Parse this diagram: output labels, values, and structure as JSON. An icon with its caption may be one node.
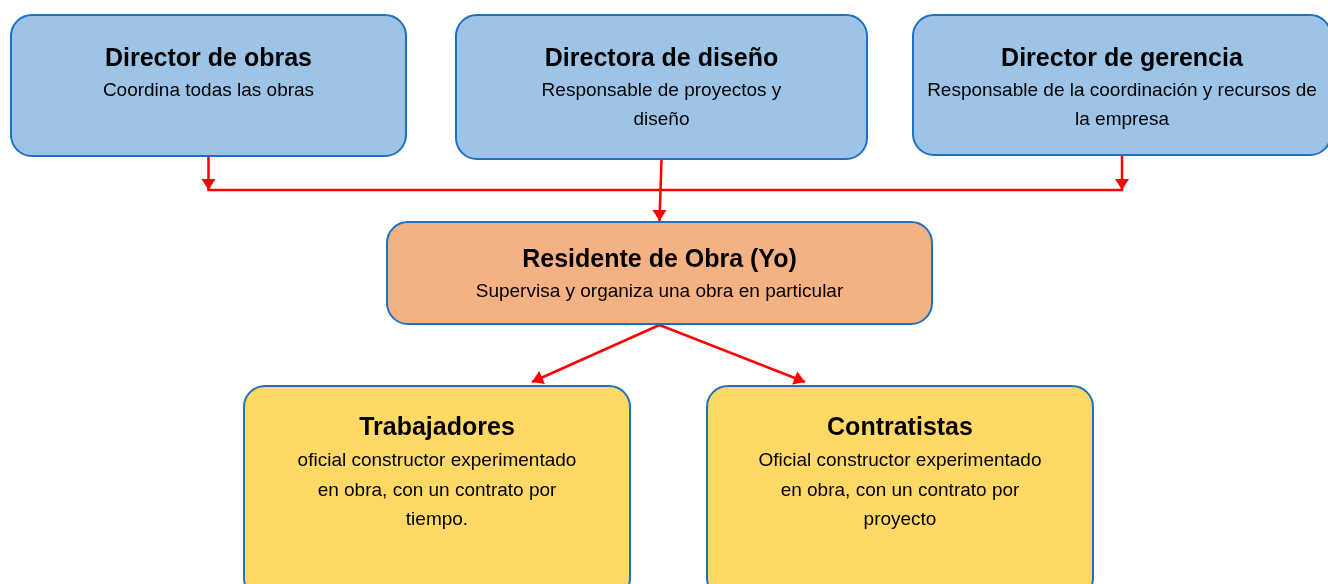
{
  "diagram": {
    "nodes": [
      {
        "text": [
          "Director de obras",
          "Coordina todas las obras"
        ]
      },
      {
        "text": [
          "Directora de diseño",
          "Responsable de proyectos y diseño"
        ]
      },
      {
        "text": [
          "Director de gerencia",
          "Responsable de la coordinación y recursos de la empresa"
        ]
      },
      {
        "text": [
          "Residente de Obra (Yo)",
          "Supervisa y organiza una obra en particular"
        ]
      },
      {
        "text": [
          "Trabajadores",
          "oficial constructor experimentado en obra, con un contrato por tiempo."
        ]
      },
      {
        "text": [
          "Contratistas",
          "Oficial constructor experimentado en obra, con un contrato por proyecto"
        ]
      }
    ],
    "edges": [
      {
        "from": 0,
        "to": 3,
        "arrow": "to",
        "color": "#ff0000"
      },
      {
        "from": 1,
        "to": 3,
        "arrow": "to",
        "color": "#ff0000"
      },
      {
        "from": 2,
        "to": 3,
        "arrow": "to",
        "color": "#ff0000"
      },
      {
        "from": 3,
        "to": 4,
        "arrow": "to",
        "color": "#ff0000"
      },
      {
        "from": 3,
        "to": 5,
        "arrow": "to",
        "color": "#ff0000"
      }
    ]
  }
}
